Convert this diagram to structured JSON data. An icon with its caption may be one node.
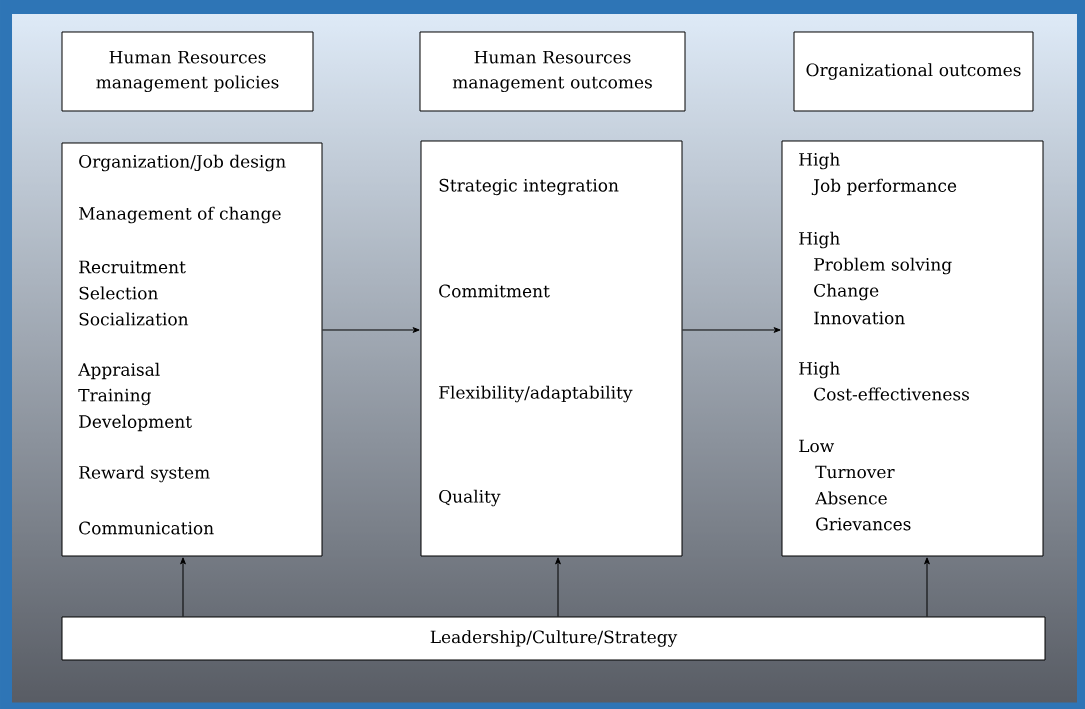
{
  "diagram": {
    "nodes": [
      {
        "text": [
          "Human Resources management policies"
        ]
      },
      {
        "text": [
          "Human Resources management outcomes"
        ]
      },
      {
        "text": [
          "Organizational outcomes"
        ]
      },
      {
        "text": [
          "Organization/Job design",
          "Management of change",
          "Recruitment",
          "Selection",
          "Socialization",
          "Appraisal",
          "Training",
          "Development",
          "Reward system",
          "Communication"
        ]
      },
      {
        "text": [
          "Strategic integration",
          "Commitment",
          "Flexibility/adaptability",
          "Quality"
        ]
      },
      {
        "text": [
          "High",
          "Job performance",
          "High",
          "Problem solving",
          "Change",
          "Innovation",
          "High",
          "Cost-effectiveness",
          "Low",
          "Turnover",
          "Absence",
          "Grievances"
        ]
      },
      {
        "text": [
          "Leadership/Culture/Strategy"
        ]
      }
    ],
    "edges": [
      {
        "from": 3,
        "to": 4,
        "arrow": "to"
      },
      {
        "from": 4,
        "to": 5,
        "arrow": "to"
      },
      {
        "from": 6,
        "to": 3,
        "arrow": "to"
      },
      {
        "from": 6,
        "to": 4,
        "arrow": "to"
      },
      {
        "from": 6,
        "to": 5,
        "arrow": "to"
      }
    ]
  }
}
